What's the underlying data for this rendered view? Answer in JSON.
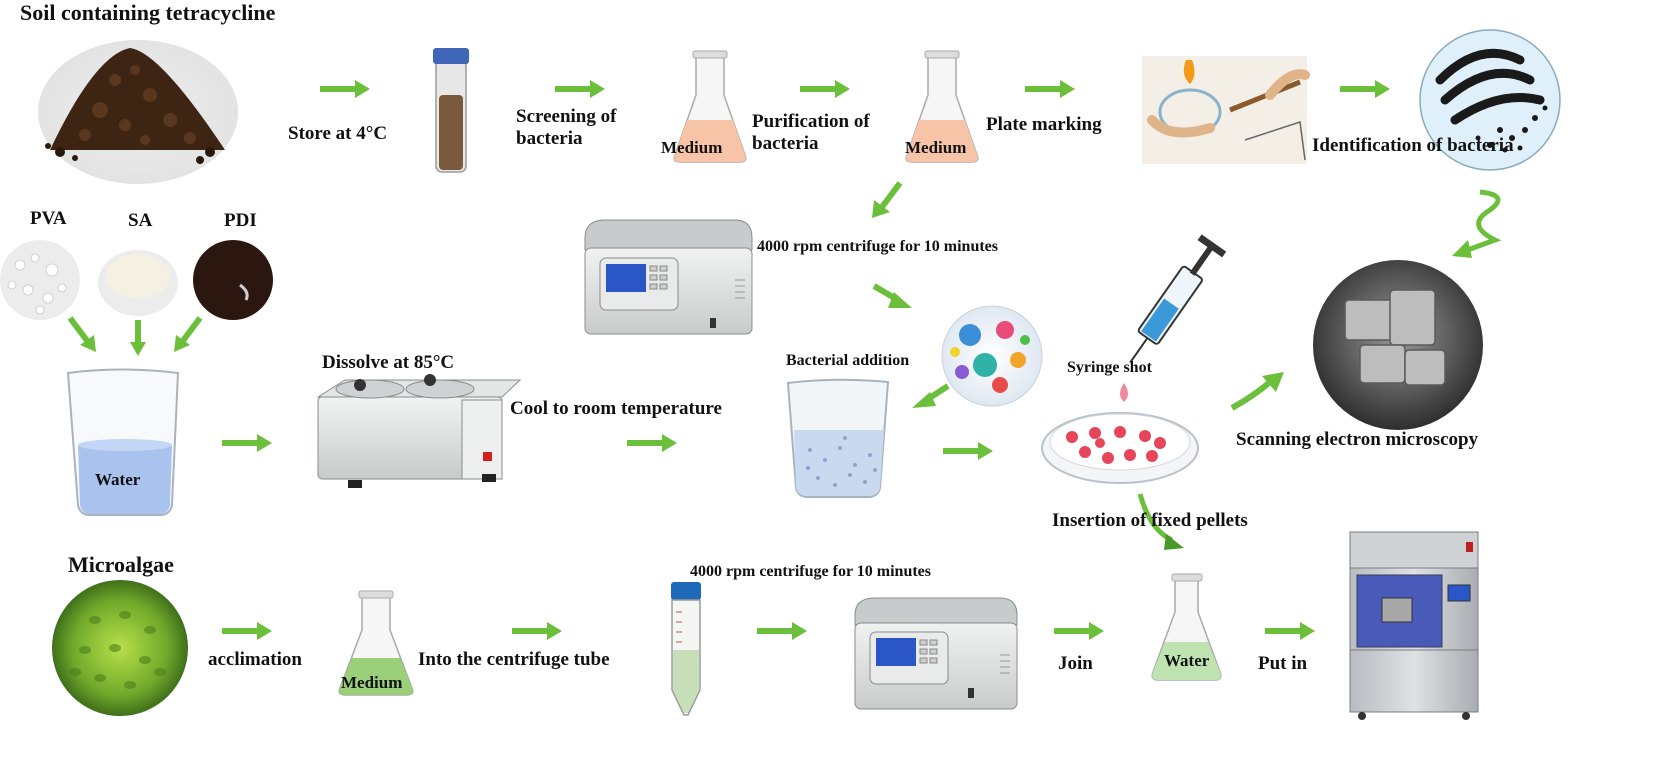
{
  "labels": {
    "soil": "Soil containing tetracycline",
    "store": "Store at 4°C",
    "screening": "Screening of bacteria",
    "purification": "Purification of bacteria",
    "plate": "Plate marking",
    "identification": "Identification of bacteria",
    "medium1": "Medium",
    "medium2": "Medium",
    "medium3": "Medium",
    "pva": "PVA",
    "sa": "SA",
    "pdi": "PDI",
    "centrifuge1": "4000 rpm centrifuge for 10 minutes",
    "centrifuge2": "4000 rpm centrifuge for 10 minutes",
    "dissolve": "Dissolve at 85°C",
    "cool": "Cool to room temperature",
    "bacterial_addition": "Bacterial addition",
    "syringe": "Syringe shot",
    "sem": "Scanning electron microscopy",
    "insertion": "Insertion of fixed pellets",
    "water1": "Water",
    "water2": "Water",
    "microalgae": "Microalgae",
    "acclimation": "acclimation",
    "into_tube": "Into the centrifuge tube",
    "join": "Join",
    "put_in": "Put in"
  },
  "colors": {
    "arrow": "#6bbf3a",
    "arrow_dark": "#4a9a2a",
    "soil": "#3d2413",
    "medium_fill": "#f7c4a8",
    "water_fill": "#a9c3ee",
    "algae": "#7fb82e",
    "centrifuge": "#d9dbd9",
    "screen": "#2a56c8",
    "pellet": "#e6455a"
  },
  "icons": [
    "soil-pile",
    "test-tube",
    "conical-flask",
    "plate-marking-scene",
    "petri-bacteria",
    "centrifuge",
    "beaker",
    "water-bath",
    "syringe",
    "petri-dish",
    "sem-image",
    "microalgae-circle",
    "falcon-tube",
    "climate-chamber"
  ]
}
